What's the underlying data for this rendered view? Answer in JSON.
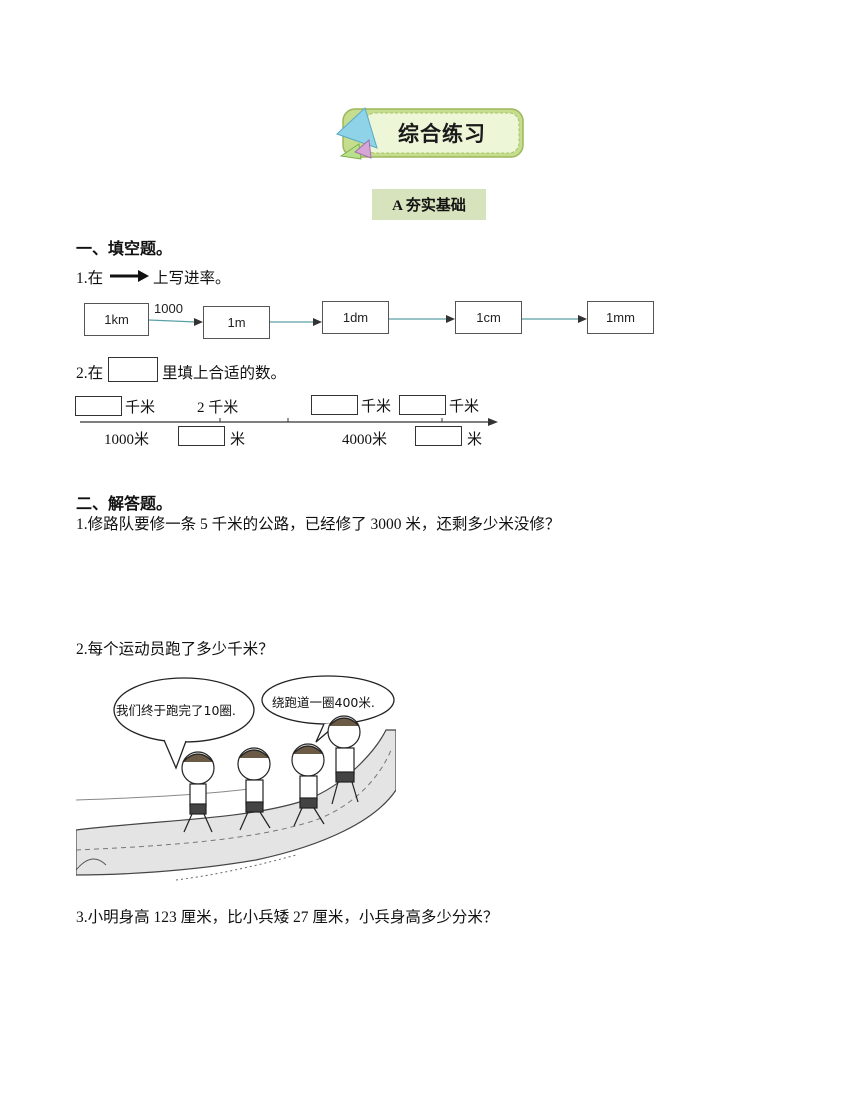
{
  "banner": {
    "title": "综合练习"
  },
  "section_tag": "A 夯实基础",
  "part1": {
    "heading": "一、填空题。",
    "q1": {
      "prefix": "1.在",
      "suffix": "上写进率。",
      "chain": [
        "1km",
        "1m",
        "1dm",
        "1cm",
        "1mm"
      ],
      "first_rate": "1000"
    },
    "q2": {
      "prefix": "2.在",
      "suffix": "里填上合适的数。",
      "top_labels": {
        "a": "千米",
        "b": "2 千米",
        "c": "千米",
        "d": "千米"
      },
      "bottom_labels": {
        "a": "1000米",
        "b": "米",
        "c": "4000米",
        "d": "米"
      }
    }
  },
  "part2": {
    "heading": "二、解答题。",
    "q1": "1.修路队要修一条 5 千米的公路，已经修了 3000 米，还剩多少米没修？",
    "q2": "2.每个运动员跑了多少千米？",
    "bubble_left": "我们终于跑完了10圈.",
    "bubble_right": "绕跑道一圈400米.",
    "q3": "3.小明身高 123 厘米，比小兵矮 27 厘米，小兵身高多少分米？"
  }
}
